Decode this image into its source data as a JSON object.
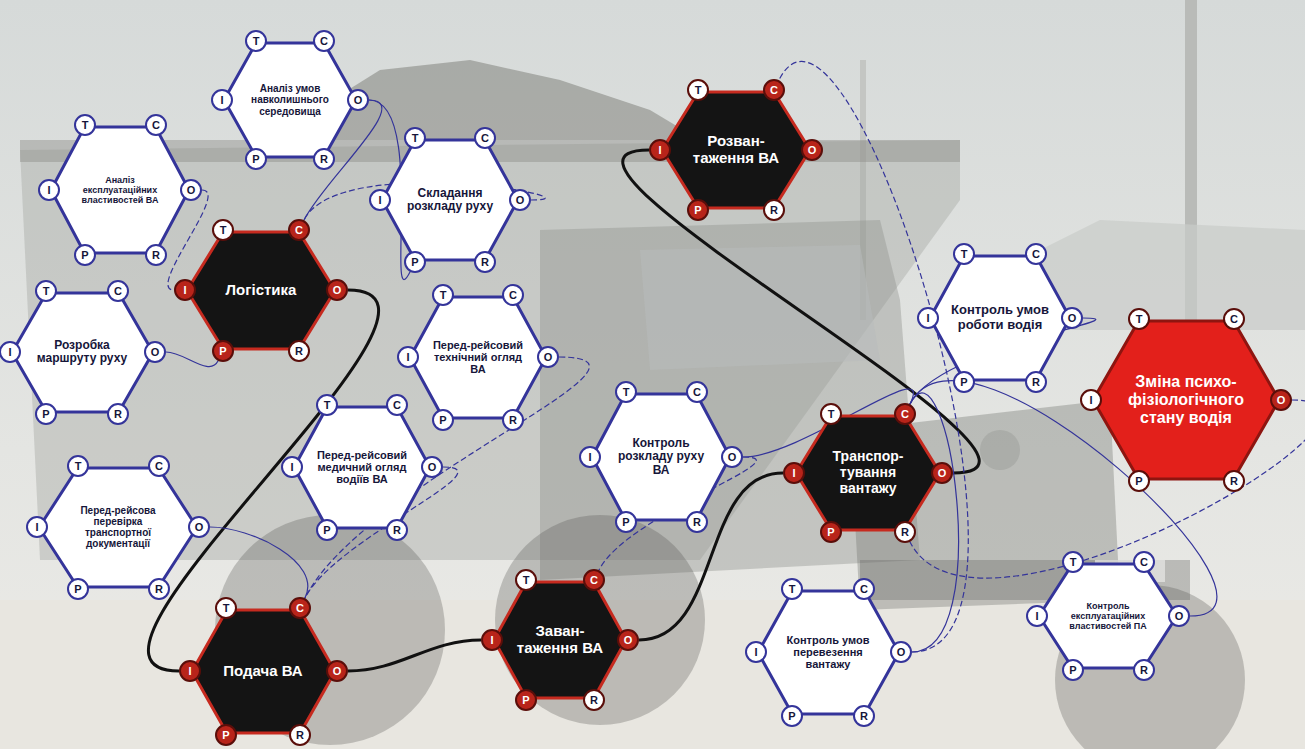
{
  "diagram": {
    "nodes": [
      {
        "text": [
          "Аналіз умов навколишнього середовища"
        ]
      },
      {
        "text": [
          "T"
        ]
      },
      {
        "text": [
          "C"
        ]
      },
      {
        "text": [
          "I"
        ]
      },
      {
        "text": [
          "O"
        ]
      },
      {
        "text": [
          "P"
        ]
      },
      {
        "text": [
          "R"
        ]
      },
      {
        "text": [
          "Аналіз експлуатаційних властивостей ВА"
        ]
      },
      {
        "text": [
          "T"
        ]
      },
      {
        "text": [
          "C"
        ]
      },
      {
        "text": [
          "I"
        ]
      },
      {
        "text": [
          "O"
        ]
      },
      {
        "text": [
          "P"
        ]
      },
      {
        "text": [
          "R"
        ]
      },
      {
        "text": [
          "Логістика"
        ]
      },
      {
        "text": [
          "T"
        ]
      },
      {
        "text": [
          "C"
        ]
      },
      {
        "text": [
          "I"
        ]
      },
      {
        "text": [
          "O"
        ]
      },
      {
        "text": [
          "P"
        ]
      },
      {
        "text": [
          "R"
        ]
      },
      {
        "text": [
          "Складання розкладу руху"
        ]
      },
      {
        "text": [
          "T"
        ]
      },
      {
        "text": [
          "C"
        ]
      },
      {
        "text": [
          "I"
        ]
      },
      {
        "text": [
          "O"
        ]
      },
      {
        "text": [
          "P"
        ]
      },
      {
        "text": [
          "R"
        ]
      },
      {
        "text": [
          "Розробка маршруту руху"
        ]
      },
      {
        "text": [
          "T"
        ]
      },
      {
        "text": [
          "C"
        ]
      },
      {
        "text": [
          "I"
        ]
      },
      {
        "text": [
          "O"
        ]
      },
      {
        "text": [
          "P"
        ]
      },
      {
        "text": [
          "R"
        ]
      },
      {
        "text": [
          "Перед-рейсовий технічний огляд ВА"
        ]
      },
      {
        "text": [
          "T"
        ]
      },
      {
        "text": [
          "C"
        ]
      },
      {
        "text": [
          "I"
        ]
      },
      {
        "text": [
          "O"
        ]
      },
      {
        "text": [
          "P"
        ]
      },
      {
        "text": [
          "R"
        ]
      },
      {
        "text": [
          "Перед-рейсова перевірка транспортної документації"
        ]
      },
      {
        "text": [
          "T"
        ]
      },
      {
        "text": [
          "C"
        ]
      },
      {
        "text": [
          "I"
        ]
      },
      {
        "text": [
          "O"
        ]
      },
      {
        "text": [
          "P"
        ]
      },
      {
        "text": [
          "R"
        ]
      },
      {
        "text": [
          "Перед-рейсовий медичний огляд водіїв ВА"
        ]
      },
      {
        "text": [
          "T"
        ]
      },
      {
        "text": [
          "C"
        ]
      },
      {
        "text": [
          "I"
        ]
      },
      {
        "text": [
          "O"
        ]
      },
      {
        "text": [
          "P"
        ]
      },
      {
        "text": [
          "R"
        ]
      },
      {
        "text": [
          "Подача ВА"
        ]
      },
      {
        "text": [
          "T"
        ]
      },
      {
        "text": [
          "C"
        ]
      },
      {
        "text": [
          "I"
        ]
      },
      {
        "text": [
          "O"
        ]
      },
      {
        "text": [
          "P"
        ]
      },
      {
        "text": [
          "R"
        ]
      },
      {
        "text": [
          "Заван-таження ВА"
        ]
      },
      {
        "text": [
          "T"
        ]
      },
      {
        "text": [
          "C"
        ]
      },
      {
        "text": [
          "I"
        ]
      },
      {
        "text": [
          "O"
        ]
      },
      {
        "text": [
          "P"
        ]
      },
      {
        "text": [
          "R"
        ]
      },
      {
        "text": [
          "Контроль розкладу руху ВА"
        ]
      },
      {
        "text": [
          "T"
        ]
      },
      {
        "text": [
          "C"
        ]
      },
      {
        "text": [
          "I"
        ]
      },
      {
        "text": [
          "O"
        ]
      },
      {
        "text": [
          "P"
        ]
      },
      {
        "text": [
          "R"
        ]
      },
      {
        "text": [
          "Транспор-тування вантажу"
        ]
      },
      {
        "text": [
          "T"
        ]
      },
      {
        "text": [
          "C"
        ]
      },
      {
        "text": [
          "I"
        ]
      },
      {
        "text": [
          "O"
        ]
      },
      {
        "text": [
          "P"
        ]
      },
      {
        "text": [
          "R"
        ]
      },
      {
        "text": [
          "Розван-таження ВА"
        ]
      },
      {
        "text": [
          "T"
        ]
      },
      {
        "text": [
          "C"
        ]
      },
      {
        "text": [
          "I"
        ]
      },
      {
        "text": [
          "O"
        ]
      },
      {
        "text": [
          "P"
        ]
      },
      {
        "text": [
          "R"
        ]
      },
      {
        "text": [
          "Контроль умов роботи водія"
        ]
      },
      {
        "text": [
          "T"
        ]
      },
      {
        "text": [
          "C"
        ]
      },
      {
        "text": [
          "I"
        ]
      },
      {
        "text": [
          "O"
        ]
      },
      {
        "text": [
          "P"
        ]
      },
      {
        "text": [
          "R"
        ]
      },
      {
        "text": [
          "Зміна психо-фізіологічного стану водія"
        ]
      },
      {
        "text": [
          "T"
        ]
      },
      {
        "text": [
          "C"
        ]
      },
      {
        "text": [
          "I"
        ]
      },
      {
        "text": [
          "O"
        ]
      },
      {
        "text": [
          "P"
        ]
      },
      {
        "text": [
          "R"
        ]
      },
      {
        "text": [
          "Контроль умов перевезення вантажу"
        ]
      },
      {
        "text": [
          "T"
        ]
      },
      {
        "text": [
          "C"
        ]
      },
      {
        "text": [
          "I"
        ]
      },
      {
        "text": [
          "O"
        ]
      },
      {
        "text": [
          "P"
        ]
      },
      {
        "text": [
          "R"
        ]
      },
      {
        "text": [
          "Контроль експлуатаційних властивостей ПА"
        ]
      },
      {
        "text": [
          "T"
        ]
      },
      {
        "text": [
          "C"
        ]
      },
      {
        "text": [
          "I"
        ]
      },
      {
        "text": [
          "O"
        ]
      },
      {
        "text": [
          "P"
        ]
      },
      {
        "text": [
          "R"
        ]
      }
    ],
    "edges": [
      {
        "from": 18,
        "to": 59,
        "arrow": "none"
      },
      {
        "from": 60,
        "to": 66,
        "arrow": "none"
      },
      {
        "from": 67,
        "to": 80,
        "arrow": "none"
      },
      {
        "from": 81,
        "to": 87,
        "arrow": "none"
      },
      {
        "from": 4,
        "to": 16,
        "arrow": "none"
      },
      {
        "from": 11,
        "to": 17,
        "arrow": "none"
      },
      {
        "from": 32,
        "to": 19,
        "arrow": "none"
      },
      {
        "from": 25,
        "to": 16,
        "arrow": "none"
      },
      {
        "from": 4,
        "to": 26,
        "arrow": "none"
      },
      {
        "from": 39,
        "to": 58,
        "arrow": "none"
      },
      {
        "from": 46,
        "to": 58,
        "arrow": "none"
      },
      {
        "from": 53,
        "to": 58,
        "arrow": "none"
      },
      {
        "from": 74,
        "to": 79,
        "arrow": "none"
      },
      {
        "from": 74,
        "to": 65,
        "arrow": "none"
      },
      {
        "from": 95,
        "to": 79,
        "arrow": "none"
      },
      {
        "from": 102,
        "to": 83,
        "arrow": "none"
      },
      {
        "from": 109,
        "to": 79,
        "arrow": "none"
      },
      {
        "from": 109,
        "to": 86,
        "arrow": "none"
      },
      {
        "from": 116,
        "to": 79,
        "arrow": "none"
      }
    ]
  }
}
